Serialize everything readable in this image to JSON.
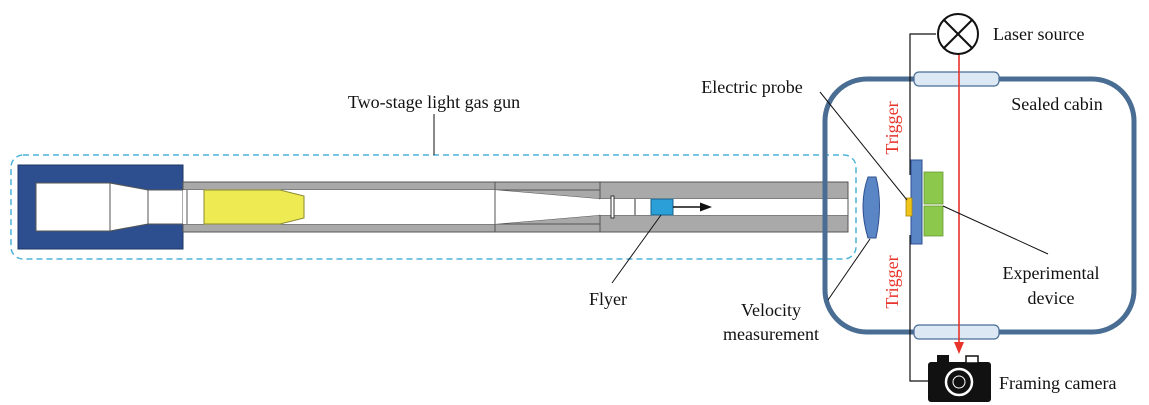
{
  "labels": {
    "gun": "Two-stage light gas gun",
    "flyer": "Flyer",
    "velocity": [
      "Velocity",
      "measurement"
    ],
    "probe": "Electric probe",
    "trigger_top": "Trigger",
    "trigger_bottom": "Trigger",
    "laser": "Laser source",
    "cabin": "Sealed cabin",
    "device": [
      "Experimental",
      "device"
    ],
    "camera": "Framing camera"
  },
  "colors": {
    "breech": "#2e4f8f",
    "barrel": "#a9a9a9",
    "piston": "#eeeb52",
    "flyer": "#2a9fd8",
    "gun_outline": "#4fb3d9",
    "cabin": "#4a6d94",
    "trigger": "#e8332a",
    "laser_beam": "#e8332a",
    "target_plate": "#5b86c5",
    "probe": "#f0c419",
    "device": "#8cc84b",
    "window": "#dce8f3",
    "camera": "#111111"
  },
  "icons": {
    "laser": "crossed-circle-icon",
    "camera": "camera-icon"
  }
}
